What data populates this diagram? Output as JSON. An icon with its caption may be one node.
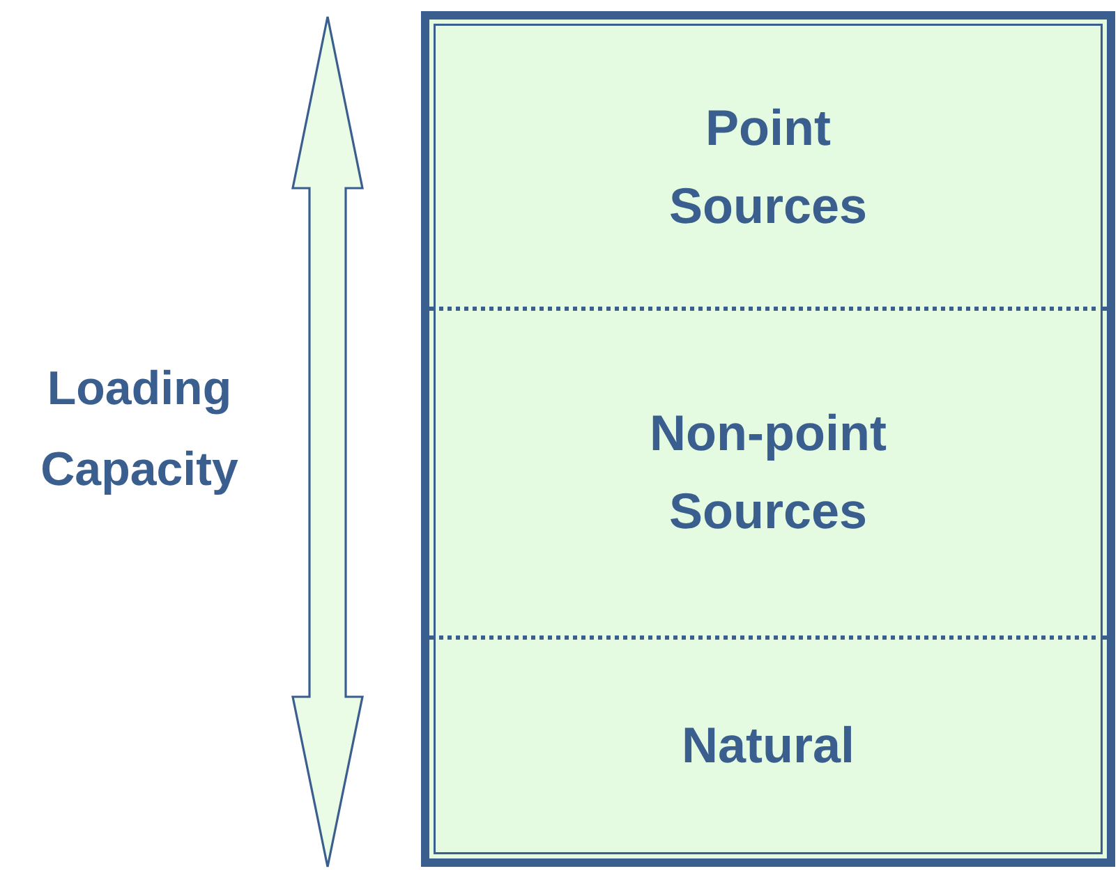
{
  "diagram": {
    "nodes": [
      {
        "text": [],
        "shape": "box"
      },
      {
        "text": [
          "Point Sources"
        ],
        "in": 0
      },
      {
        "text": [
          "Non-point Sources"
        ],
        "in": 0
      },
      {
        "text": [
          "Natural"
        ],
        "in": 0
      }
    ],
    "labels": [
      "Loading Capacity"
    ]
  }
}
